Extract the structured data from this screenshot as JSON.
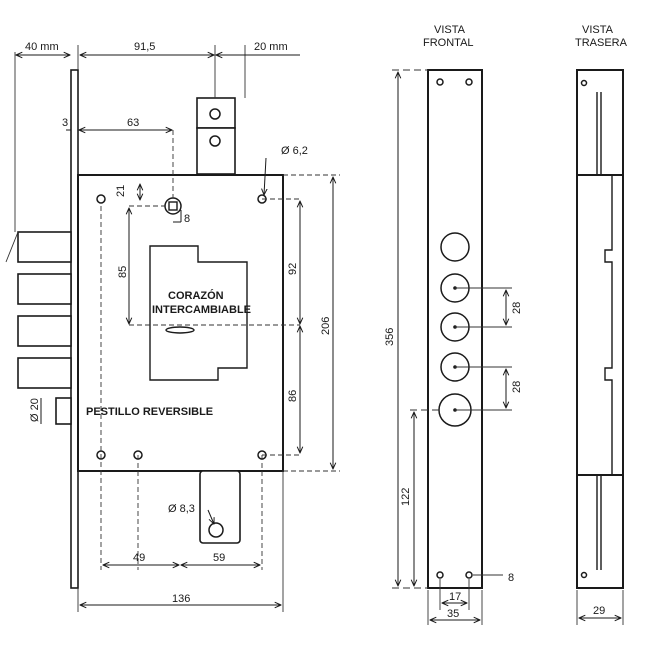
{
  "views": {
    "front_title_1": "VISTA",
    "front_title_2": "FRONTAL",
    "back_title_1": "VISTA",
    "back_title_2": "TRASERA"
  },
  "labels": {
    "core_1": "CORAZÓN",
    "core_2": "INTERCAMBIABLE",
    "latch": "PESTILLO REVERSIBLE"
  },
  "dimensions": {
    "d40mm": "40 mm",
    "d91_5": "91,5",
    "d20mm": "20 mm",
    "d3": "3",
    "d63": "63",
    "d6_2": "Ø 6,2",
    "d21": "21",
    "d8_small": "8",
    "d85": "85",
    "d92": "92",
    "d206": "206",
    "d86": "86",
    "d20": "Ø 20",
    "d8_3": "Ø 8,3",
    "d49": "49",
    "d59": "59",
    "d136": "136",
    "d356": "356",
    "d28a": "28",
    "d28b": "28",
    "d122": "122",
    "d8_front": "8",
    "d17": "17",
    "d35": "35",
    "d29": "29"
  }
}
